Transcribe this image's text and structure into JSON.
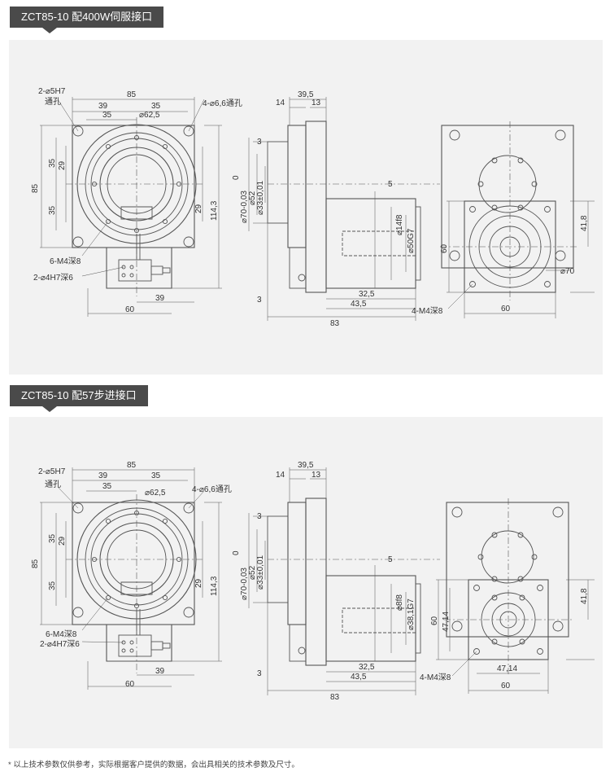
{
  "sections": [
    {
      "title": "ZCT85-10 配400W伺服接口",
      "labels": {
        "hole_5h7": "2-⌀5H7",
        "hole_5h7_sub": "通孔",
        "w85": "85",
        "w39": "39",
        "w35a": "35",
        "w35b": "35",
        "d625": "⌀62,5",
        "hole_66": "4-⌀6,6通孔",
        "h85": "85",
        "h35a": "35",
        "h29a": "29",
        "h35b": "35",
        "h29b": "29",
        "h1143": "114,3",
        "m4_6": "6-M4深8",
        "h47_2": "2-⌀4H7深6",
        "b60": "60",
        "b39": "39",
        "s395": "39,5",
        "s14": "14",
        "s13": "13",
        "s3top": "3",
        "s0": "0",
        "d70": "⌀70-0,03",
        "d52": "⌀52",
        "d33": "⌀33±0,01",
        "s5": "5",
        "shaft": "⌀14f8",
        "pilot": "⌀50G7",
        "s3bot": "3",
        "s325": "32,5",
        "s435": "43,5",
        "s83": "83",
        "r418": "41,8",
        "r60": "60",
        "r70": "⌀70",
        "rm4": "4-M4深8",
        "rb60": "60"
      }
    },
    {
      "title": "ZCT85-10 配57步进接口",
      "labels": {
        "hole_5h7": "2-⌀5H7",
        "hole_5h7_sub": "通孔",
        "w85": "85",
        "w39": "39",
        "w35a": "35",
        "w35b": "35",
        "d625": "⌀62,5",
        "hole_66": "4-⌀6,6通孔",
        "h85": "85",
        "h35a": "35",
        "h29a": "29",
        "h35b": "35",
        "h29b": "29",
        "h1143": "114,3",
        "m4_6": "6-M4深8",
        "h47_2": "2-⌀4H7深6",
        "b60": "60",
        "b39": "39",
        "s395": "39,5",
        "s14": "14",
        "s13": "13",
        "s3top": "3",
        "s0": "0",
        "d70": "⌀70-0,03",
        "d52": "⌀52",
        "d33": "⌀33±0,01",
        "s5": "5",
        "shaft": "⌀8f8",
        "pilot": "⌀38,1G7",
        "s3bot": "3",
        "s325": "32,5",
        "s435": "43,5",
        "s83": "83",
        "r418": "41,8",
        "r60": "60",
        "r4714": "47,14",
        "rm4": "4-M4深8",
        "rb4714": "47,14",
        "rb60": "60"
      }
    }
  ],
  "footnote": "* 以上技术参数仅供参考，实际根据客户提供的数据，会出具相关的技术参数及尺寸。"
}
